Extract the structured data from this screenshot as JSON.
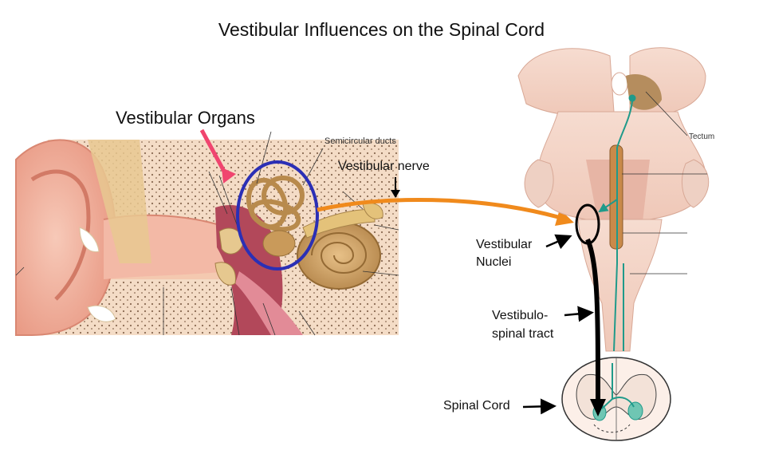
{
  "title": "Vestibular Influences on the Spinal Cord",
  "labels": {
    "vestibular_organs": "Vestibular Organs",
    "semicircular_ducts": "Semicircular ducts",
    "vestibular_nerve": "Vestibular nerve",
    "tectum": "Tectum",
    "vestibular_nuclei_line1": "Vestibular",
    "vestibular_nuclei_line2": "Nuclei",
    "vestibulospinal_line1": "Vestibulo-",
    "vestibulospinal_line2": "spinal tract",
    "spinal_cord": "Spinal Cord"
  },
  "colors": {
    "pink_arrow": "#f0456f",
    "orange_arrow": "#f08a1c",
    "blue_circle": "#2b2fb5",
    "tract": "#1f9a8a",
    "black_arrow": "#000000",
    "skin": "#f4b7a2",
    "bone": "#f3dcc6",
    "brainstem": "#f2d3c6"
  }
}
